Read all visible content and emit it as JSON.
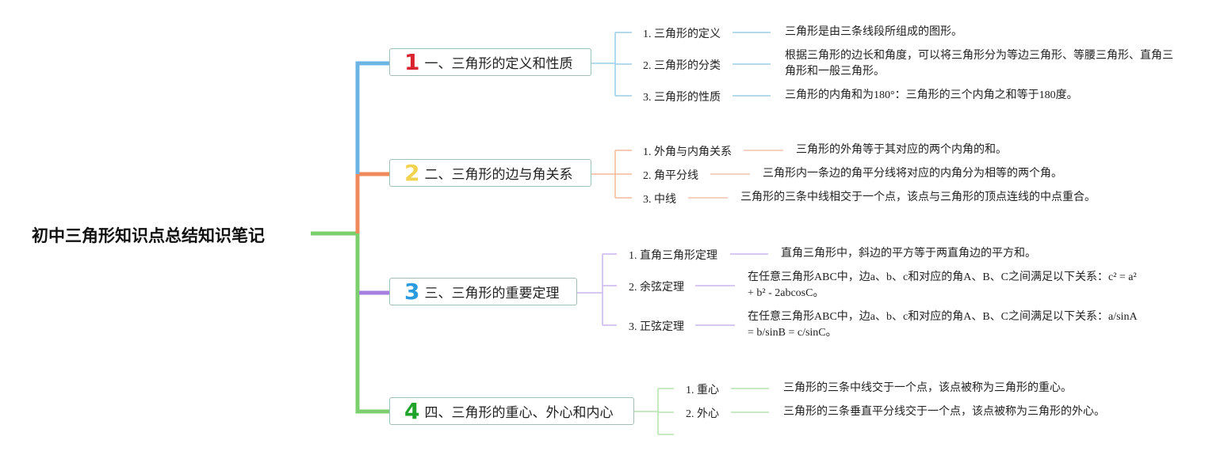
{
  "root": {
    "title": "初中三角形知识点总结知识笔记"
  },
  "colors": {
    "blue": "#6cb4e4",
    "orange": "#f08a5d",
    "purple": "#a57fe0",
    "green": "#7ccf6e",
    "n1": "#d9232e",
    "n2": "#f2d34f",
    "n3": "#2b9be0",
    "n4": "#1fa32b"
  },
  "branches": [
    {
      "number": "1",
      "title": "一、三角形的定义和性质",
      "items": [
        {
          "label": "1. 三角形的定义",
          "desc": "三角形是由三条线段所组成的图形。"
        },
        {
          "label": "2. 三角形的分类",
          "desc": "根据三角形的边长和角度，可以将三角形分为等边三角形、等腰三角形、直角三角形和一般三角形。"
        },
        {
          "label": "3. 三角形的性质",
          "desc": "三角形的内角和为180°：三角形的三个内角之和等于180度。"
        }
      ]
    },
    {
      "number": "2",
      "title": "二、三角形的边与角关系",
      "items": [
        {
          "label": "1. 外角与内角关系",
          "desc": "三角形的外角等于其对应的两个内角的和。"
        },
        {
          "label": "2. 角平分线",
          "desc": "三角形内一条边的角平分线将对应的内角分为相等的两个角。"
        },
        {
          "label": "3. 中线",
          "desc": "三角形的三条中线相交于一个点，该点与三角形的顶点连线的中点重合。"
        }
      ]
    },
    {
      "number": "3",
      "title": "三、三角形的重要定理",
      "items": [
        {
          "label": "1. 直角三角形定理",
          "desc": "直角三角形中，斜边的平方等于两直角边的平方和。"
        },
        {
          "label": "2. 余弦定理",
          "desc": "在任意三角形ABC中，边a、b、c和对应的角A、B、C之间满足以下关系：c² = a² + b² - 2abcosC。"
        },
        {
          "label": "3. 正弦定理",
          "desc": "在任意三角形ABC中，边a、b、c和对应的角A、B、C之间满足以下关系：a/sinA = b/sinB = c/sinC。"
        }
      ]
    },
    {
      "number": "4",
      "title": "四、三角形的重心、外心和内心",
      "items": [
        {
          "label": "1. 重心",
          "desc": "三角形的三条中线交于一个点，该点被称为三角形的重心。"
        },
        {
          "label": "2. 外心",
          "desc": "三角形的三条垂直平分线交于一个点，该点被称为三角形的外心。"
        }
      ]
    }
  ]
}
